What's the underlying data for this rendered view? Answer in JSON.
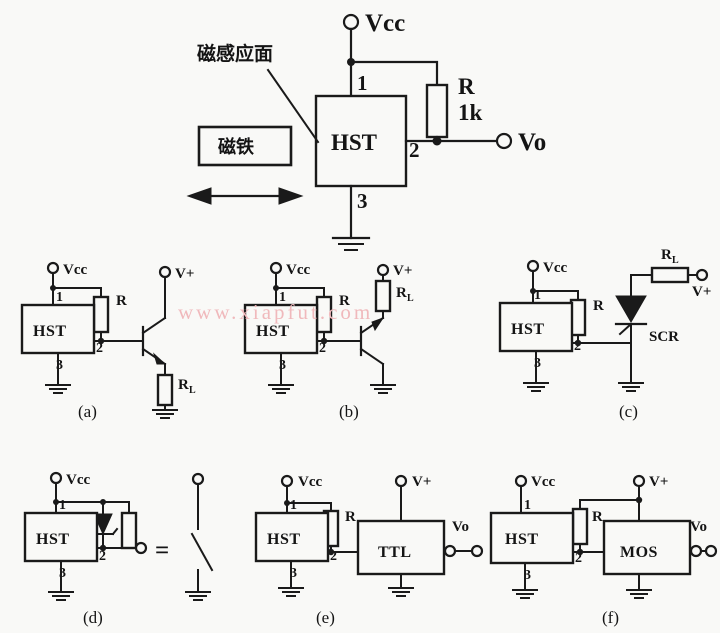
{
  "figure": {
    "background": "#f9f9f7",
    "ink": "#1a1a1a",
    "watermark_text": "www.xiapfut.com",
    "watermark_color": "#f0b9bc"
  },
  "main_circuit": {
    "ic_label": "HST",
    "pins": {
      "p1": "1",
      "p2": "2",
      "p3": "3"
    },
    "supply_label": "Vcc",
    "output_label": "Vo",
    "resistor_name": "R",
    "resistor_value": "1k",
    "sense_face_label": "磁感应面",
    "magnet_label": "磁铁"
  },
  "sub_circuits": [
    {
      "caption": "(a)",
      "ic_label": "HST",
      "pins": {
        "p1": "1",
        "p2": "2",
        "p3": "3"
      },
      "supply_label": "Vcc",
      "rail_label": "V+",
      "resistor_name": "R",
      "load_name": "R",
      "load_sub": "L",
      "device": "npn-transistor",
      "notes": "emitter follower, load to ground"
    },
    {
      "caption": "(b)",
      "ic_label": "HST",
      "pins": {
        "p1": "1",
        "p2": "2",
        "p3": "3"
      },
      "supply_label": "Vcc",
      "rail_label": "V+",
      "resistor_name": "R",
      "load_name": "R",
      "load_sub": "L",
      "device": "npn-transistor",
      "notes": "load in collector"
    },
    {
      "caption": "(c)",
      "ic_label": "HST",
      "pins": {
        "p1": "1",
        "p2": "2",
        "p3": "3"
      },
      "supply_label": "Vcc",
      "rail_label": "V+",
      "resistor_name": "R",
      "load_name": "R",
      "load_sub": "L",
      "device_label": "SCR",
      "device": "thyristor",
      "notes": "load in anode, gate driven from pin 2"
    },
    {
      "caption": "(d)",
      "ic_label": "HST",
      "pins": {
        "p1": "1",
        "p2": "2",
        "p3": "3"
      },
      "supply_label": "Vcc",
      "equals_sign": "=",
      "device": "zener-and-resistor",
      "notes": "equivalent to open switch to ground"
    },
    {
      "caption": "(e)",
      "ic_label": "HST",
      "pins": {
        "p1": "1",
        "p2": "2",
        "p3": "3"
      },
      "supply_label": "Vcc",
      "rail_label": "V+",
      "resistor_name": "R",
      "logic_label": "TTL",
      "output_label": "Vo",
      "device": "logic-block"
    },
    {
      "caption": "(f)",
      "ic_label": "HST",
      "pins": {
        "p1": "1",
        "p2": "2",
        "p3": "3"
      },
      "supply_label": "Vcc",
      "rail_label": "V+",
      "resistor_name": "R",
      "logic_label": "MOS",
      "output_label": "Vo",
      "device": "logic-block"
    }
  ]
}
